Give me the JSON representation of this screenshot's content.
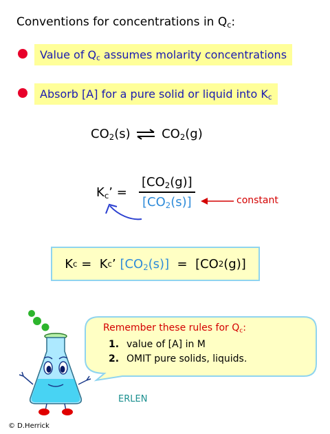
{
  "title": {
    "prefix": "Conventions for concentrations in Q",
    "sub": "c",
    "suffix": ":"
  },
  "bullets": [
    {
      "prefix": "Value of Q",
      "sub": "c",
      "suffix": " assumes molarity concentrations"
    },
    {
      "prefix": "Absorb [A] for a pure solid or liquid into K",
      "sub": "c",
      "suffix": ""
    }
  ],
  "reaction": {
    "left_pre": "CO",
    "left_sub": "2",
    "left_post": "(s)",
    "right_pre": "CO",
    "right_sub": "2",
    "right_post": "(g)"
  },
  "kprime": {
    "lhs_pre": "K",
    "lhs_sub": "c",
    "lhs_post": "’  =",
    "num_pre": "[CO",
    "num_sub": "2",
    "num_post": "(g)]",
    "den_pre": "[CO",
    "den_sub": "2",
    "den_post": "(s)]",
    "annotation": "constant"
  },
  "boxed": {
    "k_pre": "K",
    "k_sub": "c",
    "eq1": " =  K",
    "k2_sub": "c",
    "k2_post": "’ ",
    "mid_pre": "[CO",
    "mid_sub": "2",
    "mid_post": "(s)]",
    "eq2": "  =  [CO",
    "end_sub": "2",
    "end_post": "(g)]"
  },
  "speech": {
    "heading_pre": "Remember these rules for Q",
    "heading_sub": "c",
    "heading_post": ":",
    "rules": [
      {
        "num": "1.",
        "text": "value of [A] in M"
      },
      {
        "num": "2.",
        "text": "OMIT pure solids, liquids."
      }
    ]
  },
  "mascot_name": "ERLEN",
  "credit": "© D.Herrick",
  "colors": {
    "bullet": "#e8002a",
    "highlight": "#ffff99",
    "blue_text": "#1a1ab0",
    "light_blue": "#2e8bd9",
    "red": "#d40000",
    "speech_fill": "#ffffc4",
    "speech_border": "#8fd4ef"
  }
}
